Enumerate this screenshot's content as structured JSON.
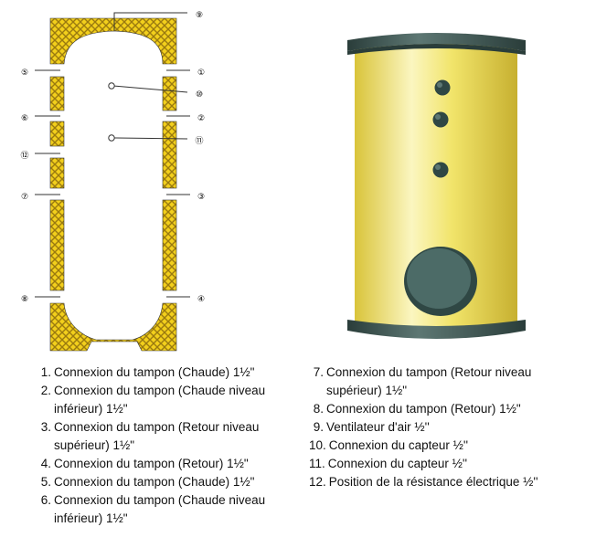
{
  "callouts": [
    {
      "number": "1",
      "label": "①"
    },
    {
      "number": "2",
      "label": "②"
    },
    {
      "number": "3",
      "label": "③"
    },
    {
      "number": "4",
      "label": "④"
    },
    {
      "number": "5",
      "label": "⑤"
    },
    {
      "number": "6",
      "label": "⑥"
    },
    {
      "number": "7",
      "label": "⑦"
    },
    {
      "number": "8",
      "label": "⑧"
    },
    {
      "number": "9",
      "label": "⑨"
    },
    {
      "number": "10",
      "label": "⑩"
    },
    {
      "number": "11",
      "label": "⑪"
    },
    {
      "number": "12",
      "label": "⑫"
    }
  ],
  "legend_left": [
    {
      "num": "1.",
      "text": "Connexion du tampon (Chaude) 1½\""
    },
    {
      "num": "2.",
      "text": "Connexion du tampon (Chaude niveau inférieur) 1½\""
    },
    {
      "num": "3.",
      "text": "Connexion du tampon (Retour niveau supérieur) 1½\""
    },
    {
      "num": "4.",
      "text": "Connexion du tampon (Retour) 1½\""
    },
    {
      "num": "5.",
      "text": "Connexion du tampon (Chaude) 1½\""
    },
    {
      "num": "6.",
      "text": "Connexion du tampon (Chaude niveau inférieur) 1½\""
    }
  ],
  "legend_right": [
    {
      "num": "7.",
      "text": "Connexion du tampon (Retour niveau supérieur) 1½\""
    },
    {
      "num": "8.",
      "text": "Connexion du tampon (Retour) 1½\""
    },
    {
      "num": "9.",
      "text": "Ventilateur d'air ½''"
    },
    {
      "num": "10.",
      "text": "Connexion du capteur ½''"
    },
    {
      "num": "11.",
      "text": "Connexion du capteur ½''"
    },
    {
      "num": "12.",
      "text": "Position de la résistance électrique ½''"
    }
  ],
  "colors": {
    "insulation": "#f2cf1c",
    "insulation_hatch": "#9a7a10",
    "tank_body": "#f1e46a",
    "tank_highlight": "#fbf6c0",
    "tank_cap": "#3d5653",
    "port": "#2f4744",
    "line": "#333333"
  }
}
